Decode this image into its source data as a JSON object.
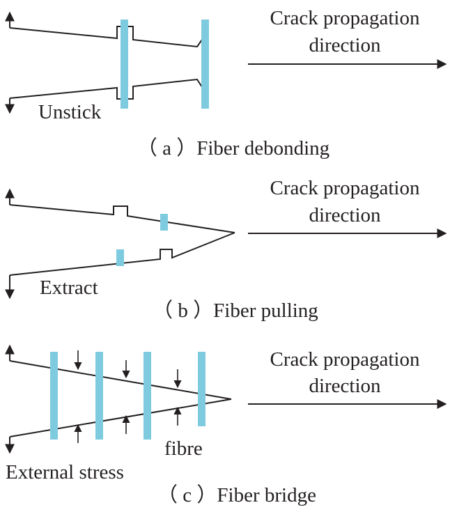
{
  "colors": {
    "fiber": "#7ecbe0",
    "line": "#231f20"
  },
  "panels": {
    "a": {
      "direction_line1": "Crack propagation",
      "direction_line2": "direction",
      "note": "Unstick",
      "caption": "（ a ）Fiber debonding"
    },
    "b": {
      "direction_line1": "Crack propagation",
      "direction_line2": "direction",
      "note": "Extract",
      "caption": "（ b ）Fiber pulling"
    },
    "c": {
      "direction_line1": "Crack propagation",
      "direction_line2": "direction",
      "note_fibre": "fibre",
      "note_stress": "External stress",
      "caption": "（ c ）Fiber bridge"
    }
  }
}
